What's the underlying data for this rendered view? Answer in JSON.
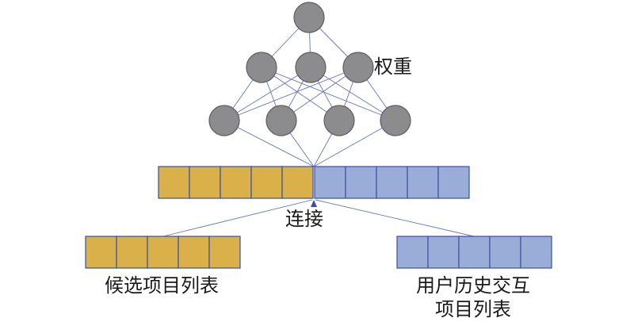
{
  "labels": {
    "weights": "权重",
    "concat": "连接",
    "candidate": "候选项目列表",
    "history_line1": "用户历史交互",
    "history_line2": "项目列表"
  },
  "colors": {
    "node_fill": "#8c8c8f",
    "node_stroke": "#5f5f62",
    "edge": "#6677bb",
    "gold": "#d9b04a",
    "blue": "#9aadd8",
    "cell_border": "#3a4fa0"
  },
  "network": {
    "layers": [
      1,
      3,
      4
    ]
  },
  "vectors": {
    "concat_gold_cells": 5,
    "concat_blue_cells": 5,
    "candidate_cells": 5,
    "history_cells": 5
  }
}
